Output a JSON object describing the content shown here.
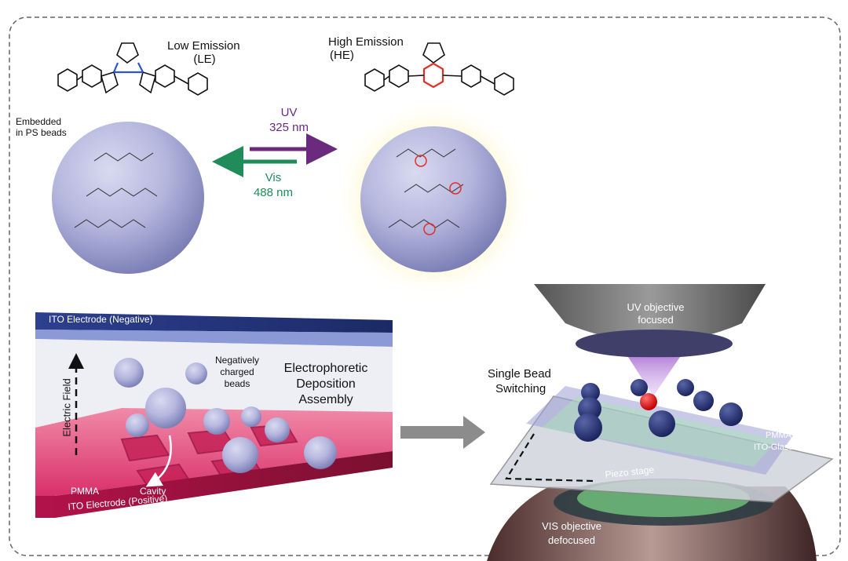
{
  "top": {
    "le_title": "Low Emission",
    "le_abbr": "(LE)",
    "he_title": "High Emission",
    "he_abbr": "(HE)",
    "embedded_line1": "Embedded",
    "embedded_line2": "in PS beads",
    "uv_label": "UV",
    "uv_wavelength": "325 nm",
    "vis_label": "Vis",
    "vis_wavelength": "488 nm",
    "colors": {
      "uv_arrow": "#6a2a7e",
      "vis_arrow": "#1f8c5a",
      "bead": "#b3b5dd",
      "glow": "#fff3b0"
    }
  },
  "left_panel": {
    "top_electrode": "ITO Electrode (Negative)",
    "bottom_electrode": "ITO Electrode (Positive)",
    "field_label": "Electric Field",
    "beads_line1": "Negatively",
    "beads_line2": "charged",
    "beads_line3": "beads",
    "title_line1": "Electrophoretic",
    "title_line2": "Deposition",
    "title_line3": "Assembly",
    "pmma": "PMMA",
    "cavity": "Cavity"
  },
  "right_panel": {
    "uv_obj_line1": "UV objective",
    "uv_obj_line2": "focused",
    "single_line1": "Single Bead",
    "single_line2": "Switching",
    "pmma": "PMMA",
    "ito_glass": "ITO-Glass",
    "piezo": "Piezo stage",
    "vis_obj_line1": "VIS objective",
    "vis_obj_line2": "defocused"
  }
}
